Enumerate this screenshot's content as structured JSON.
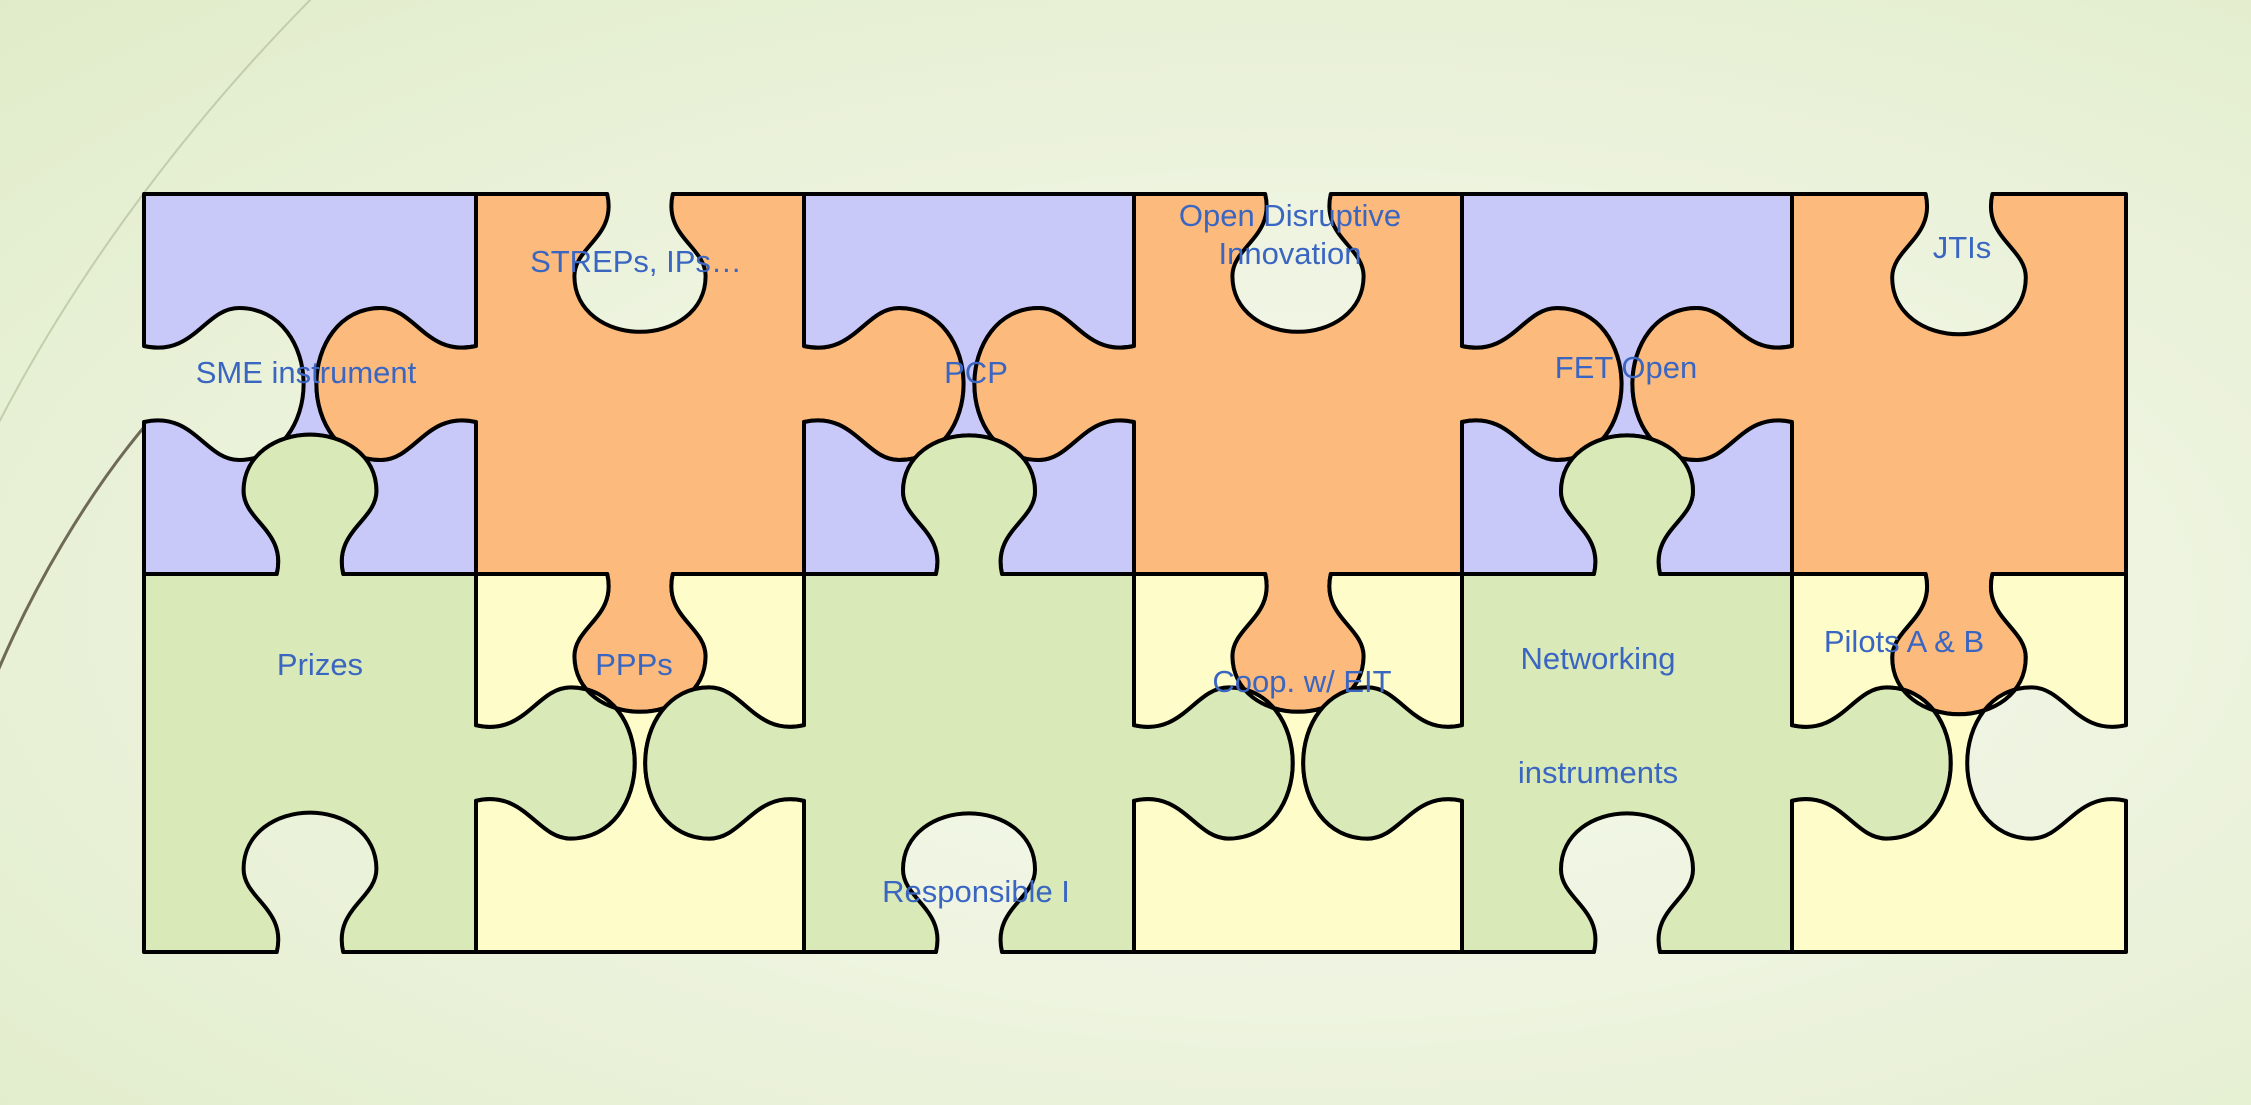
{
  "colors": {
    "lavender": "#c9c9f9",
    "orange": "#fcbb7c",
    "green": "#d9e9b7",
    "cream": "#fefdca",
    "outline": "#000000",
    "label": "#3a66c2",
    "swoosh": "#6e6a55"
  },
  "pieces": [
    {
      "id": "sme",
      "row": 0,
      "col": 0,
      "color": "lavender",
      "lines": [
        "SME instrument"
      ]
    },
    {
      "id": "streps",
      "row": 0,
      "col": 1,
      "color": "orange",
      "lines": [
        "STREPs, IPs…"
      ]
    },
    {
      "id": "pcp",
      "row": 0,
      "col": 2,
      "color": "lavender",
      "lines": [
        "PCP"
      ]
    },
    {
      "id": "odi",
      "row": 0,
      "col": 3,
      "color": "orange",
      "lines": [
        "Open Disruptive",
        "Innovation"
      ]
    },
    {
      "id": "fet",
      "row": 0,
      "col": 4,
      "color": "lavender",
      "lines": [
        "FET Open"
      ]
    },
    {
      "id": "jtis",
      "row": 0,
      "col": 5,
      "color": "orange",
      "lines": [
        "JTIs"
      ]
    },
    {
      "id": "prizes",
      "row": 1,
      "col": 0,
      "color": "green",
      "lines": [
        "Prizes"
      ]
    },
    {
      "id": "ppps",
      "row": 1,
      "col": 1,
      "color": "cream",
      "lines": [
        "PPPs"
      ]
    },
    {
      "id": "resp",
      "row": 1,
      "col": 2,
      "color": "green",
      "lines": [
        "Responsible I"
      ]
    },
    {
      "id": "coop",
      "row": 1,
      "col": 3,
      "color": "cream",
      "lines": [
        "Coop. w/ EIT"
      ]
    },
    {
      "id": "net",
      "row": 1,
      "col": 4,
      "color": "green",
      "lines": [
        "Networking",
        "",
        "",
        "instruments"
      ]
    },
    {
      "id": "pilots",
      "row": 1,
      "col": 5,
      "color": "cream",
      "lines": [
        "Pilots A & B"
      ]
    }
  ]
}
